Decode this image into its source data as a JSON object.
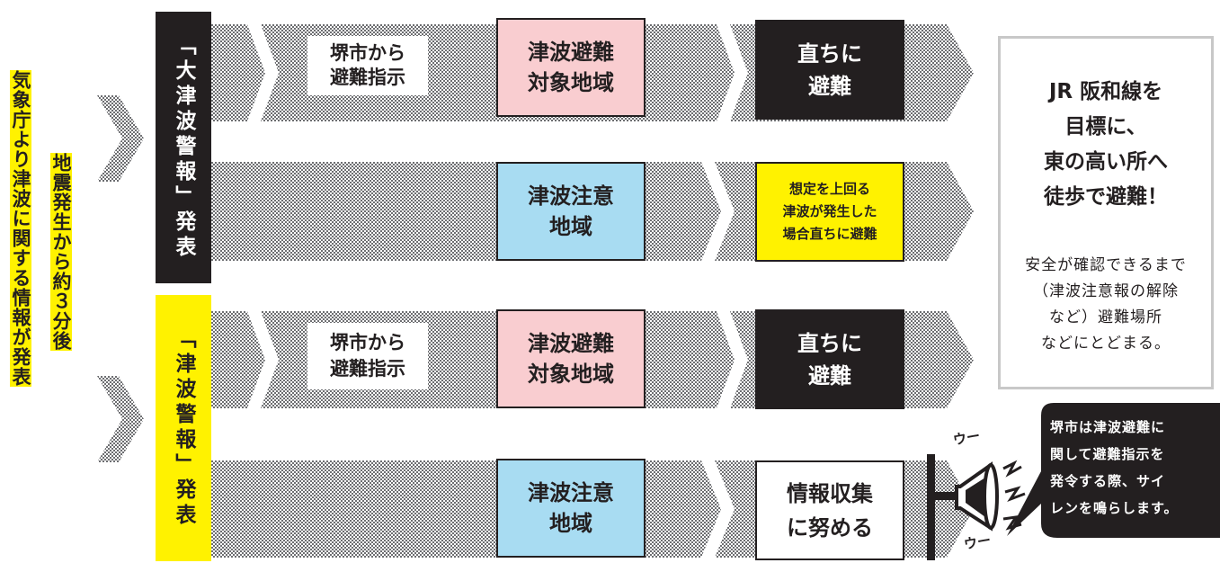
{
  "left_column": {
    "line1": "気象庁より津波に関する情報が発表",
    "line2": "地震発生から約３分後"
  },
  "warnings": [
    {
      "label": "「大津波警報」発表",
      "label_bg": "#231f20",
      "label_color": "#ffffff",
      "rows": [
        {
          "source": "堺市から\n避難指示",
          "area": "津波避難\n対象地域",
          "area_bg": "#f9cdd0",
          "action": "直ちに\n避難",
          "action_style": "black"
        },
        {
          "source": "",
          "area": "津波注意\n地域",
          "area_bg": "#a8dcf2",
          "action": "想定を上回る\n津波が発生した\n場合直ちに避難",
          "action_style": "yellow"
        }
      ]
    },
    {
      "label": "「津波警報」発表",
      "label_bg": "#fff200",
      "label_color": "#231f20",
      "rows": [
        {
          "source": "堺市から\n避難指示",
          "area": "津波避難\n対象地域",
          "area_bg": "#f9cdd0",
          "action": "直ちに\n避難",
          "action_style": "black"
        },
        {
          "source": "",
          "area": "津波注意\n地域",
          "area_bg": "#a8dcf2",
          "action": "情報収集\nに努める",
          "action_style": "white"
        }
      ]
    }
  ],
  "evacuation_box": {
    "title": "JR 阪和線を\n目標に、\n東の高い所へ\n徒歩で避難！",
    "note": "安全が確認できるまで\n（津波注意報の解除\nなど）避難場所\nなどにとどまる。"
  },
  "siren": {
    "sound_top": "ウー",
    "sound_bottom": "ウー",
    "bubble_text": "堺市は津波避難に\n関して避難指示を\n発令する際、サイ\nレンを鳴らします。"
  },
  "colors": {
    "black": "#231f20",
    "yellow": "#fff200",
    "pink": "#f9cdd0",
    "blue": "#a8dcf2"
  }
}
